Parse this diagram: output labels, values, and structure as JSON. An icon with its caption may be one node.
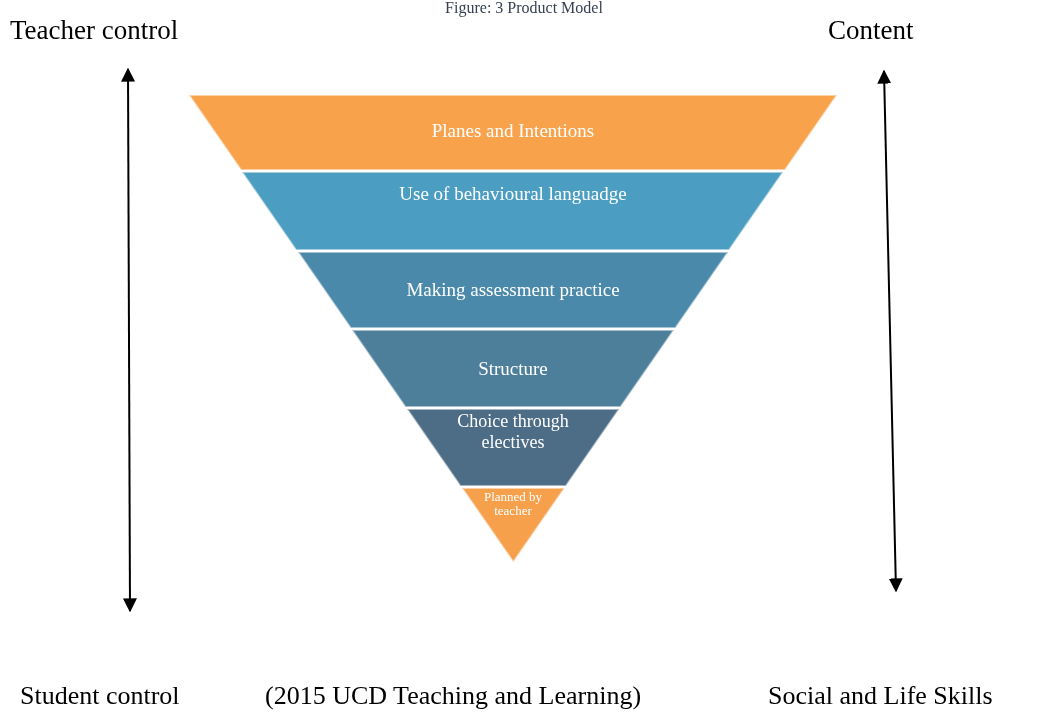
{
  "diagram": {
    "title": "Figure: 3 Product Model",
    "nodes": [
      {
        "text": [
          "Planes and Intentions"
        ]
      },
      {
        "text": [
          "Use of behavioural languadge"
        ]
      },
      {
        "text": [
          "Making assessment practice"
        ]
      },
      {
        "text": [
          "Structure"
        ]
      },
      {
        "text": [
          "Choice through electives"
        ]
      },
      {
        "text": [
          "Planned by teacher"
        ]
      }
    ],
    "labels": [
      "Teacher control",
      "Content",
      "Student control",
      "(2015 UCD Teaching and Learning)",
      "Social and Life Skills"
    ]
  }
}
